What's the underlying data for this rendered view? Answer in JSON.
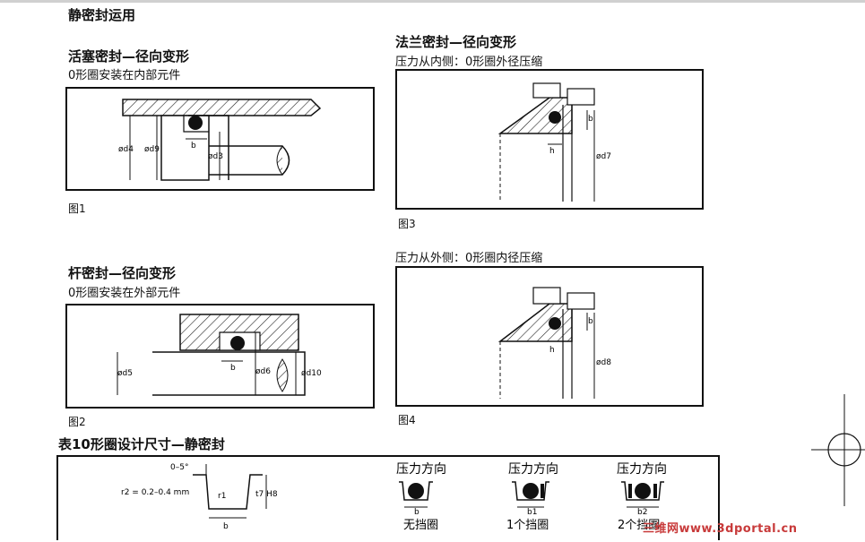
{
  "section_title": "静密封运用",
  "fig1": {
    "title": "活塞密封—径向变形",
    "subtitle": "0形圈安装在内部元件",
    "caption": "图1",
    "labels": {
      "d4": "ød4",
      "d9": "ød9",
      "d3": "ød3",
      "b": "b"
    }
  },
  "fig2": {
    "title": "杆密封—径向变形",
    "subtitle": "0形圈安装在外部元件",
    "caption": "图2",
    "labels": {
      "d5": "ød5",
      "d6": "ød6",
      "d10": "ød10",
      "b": "b"
    }
  },
  "fig3": {
    "title": "法兰密封—径向变形",
    "subtitle": "压力从内侧：0形圈外径压缩",
    "caption": "图3",
    "labels": {
      "b": "b",
      "h": "h",
      "d7": "ød7"
    }
  },
  "fig4": {
    "subtitle": "压力从外侧：0形圈内径压缩",
    "caption": "图4",
    "labels": {
      "b": "b",
      "h": "h",
      "d8": "ød8"
    }
  },
  "table10": {
    "title": "表10形圈设计尺寸—静密封",
    "diagram": {
      "angle": "0–5°",
      "r2": "r2 = 0.2–0.4 mm",
      "r1": "r1",
      "t": "t7 H8",
      "b": "b"
    },
    "columns": [
      {
        "pressure": "压力方向",
        "label": "无挡圈",
        "dim": "b"
      },
      {
        "pressure": "压力方向",
        "label": "1个挡圈",
        "dim": "b1"
      },
      {
        "pressure": "压力方向",
        "label": "2个挡圈",
        "dim": "b2"
      }
    ]
  },
  "watermark": "三维网www.3dportal.cn"
}
